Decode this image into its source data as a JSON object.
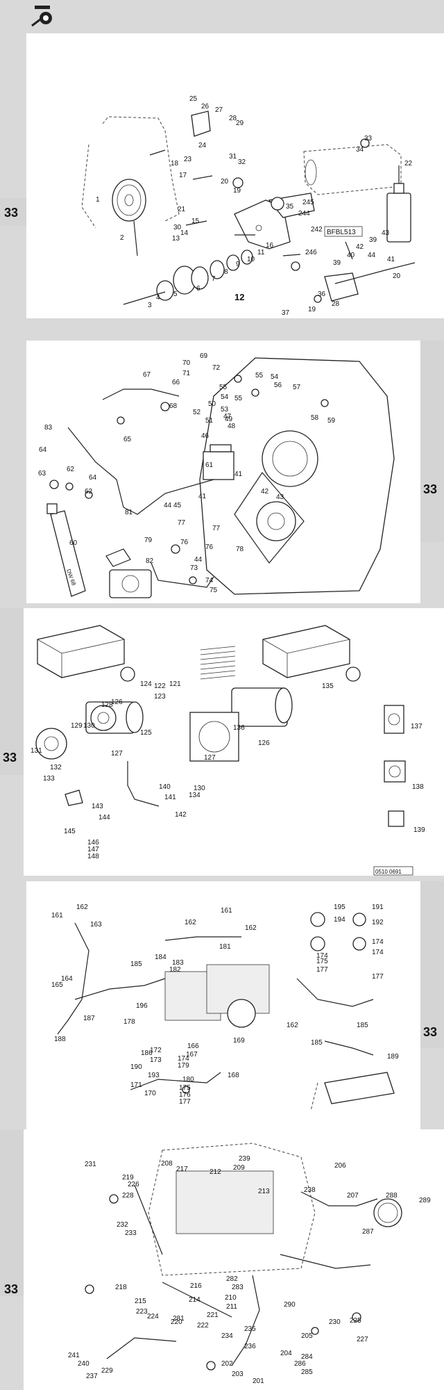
{
  "header": {
    "logo_icon": "compressor-logo-icon"
  },
  "section_label": "33",
  "panel1": {
    "ref_box": "BFBL513",
    "callouts": [
      "1",
      "2",
      "3",
      "4",
      "5",
      "6",
      "7",
      "8",
      "9",
      "10",
      "11",
      "12",
      "13",
      "14",
      "15",
      "16",
      "17",
      "18",
      "19",
      "20",
      "21",
      "22",
      "23",
      "24",
      "25",
      "26",
      "27",
      "28",
      "29",
      "30",
      "31",
      "32",
      "33",
      "34",
      "35",
      "36",
      "37",
      "39",
      "40",
      "41",
      "42",
      "43",
      "44",
      "242",
      "244",
      "245",
      "246"
    ]
  },
  "panel2": {
    "tube_label": "DW 68",
    "callouts": [
      "41",
      "42",
      "43",
      "44",
      "45",
      "46",
      "47",
      "48",
      "49",
      "50",
      "51",
      "52",
      "53",
      "54",
      "55",
      "56",
      "57",
      "58",
      "59",
      "60",
      "61",
      "62",
      "63",
      "64",
      "65",
      "66",
      "67",
      "68",
      "69",
      "70",
      "71",
      "72",
      "73",
      "74",
      "75",
      "76",
      "77",
      "78",
      "79",
      "81",
      "82",
      "83"
    ]
  },
  "panel3": {
    "ref_box": "0510 0691",
    "callouts": [
      "121",
      "122",
      "123",
      "124",
      "125",
      "126",
      "127",
      "128",
      "129",
      "130",
      "131",
      "132",
      "133",
      "134",
      "135",
      "136",
      "137",
      "138",
      "139",
      "140",
      "141",
      "142",
      "143",
      "144",
      "145",
      "146",
      "147",
      "148"
    ]
  },
  "panel4": {
    "callouts": [
      "161",
      "162",
      "163",
      "164",
      "165",
      "166",
      "167",
      "168",
      "169",
      "170",
      "171",
      "172",
      "173",
      "174",
      "175",
      "176",
      "177",
      "178",
      "179",
      "180",
      "181",
      "182",
      "183",
      "184",
      "185",
      "186",
      "187",
      "188",
      "189",
      "190",
      "191",
      "192",
      "193",
      "194",
      "195",
      "196"
    ]
  },
  "panel5": {
    "callouts": [
      "201",
      "202",
      "203",
      "204",
      "205",
      "206",
      "207",
      "208",
      "209",
      "210",
      "211",
      "212",
      "213",
      "214",
      "215",
      "216",
      "217",
      "218",
      "219",
      "220",
      "221",
      "222",
      "223",
      "224",
      "225",
      "226",
      "227",
      "228",
      "229",
      "230",
      "231",
      "232",
      "233",
      "234",
      "235",
      "236",
      "237",
      "238",
      "239",
      "240",
      "241",
      "281",
      "282",
      "283",
      "284",
      "285",
      "286",
      "287",
      "288",
      "289",
      "290"
    ]
  }
}
